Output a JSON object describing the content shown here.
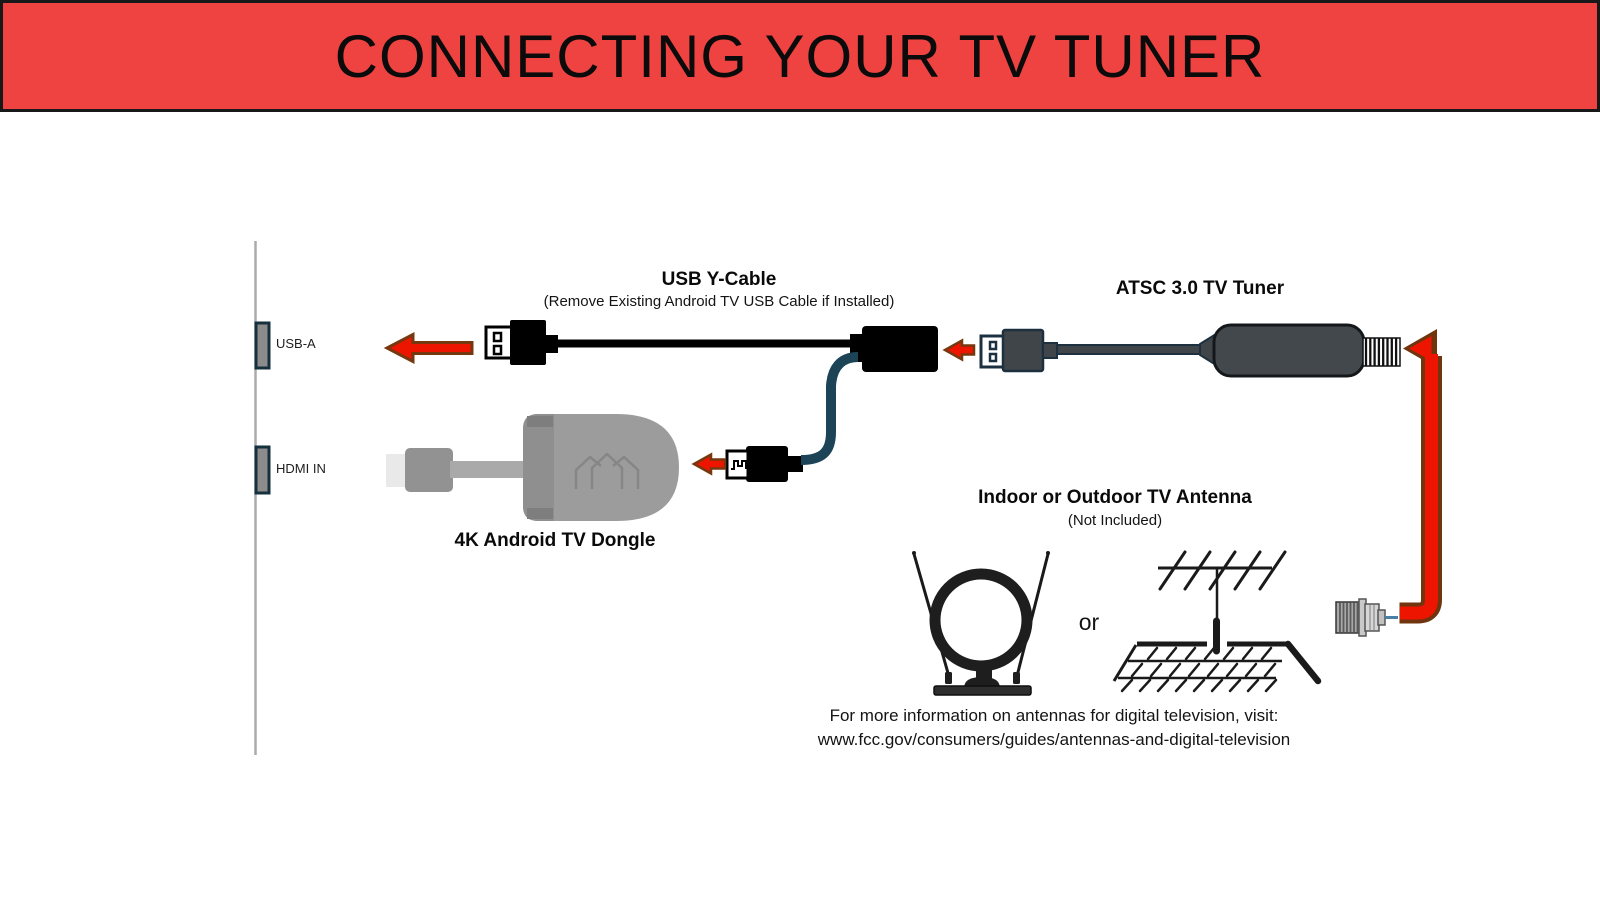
{
  "banner": {
    "title": "CONNECTING YOUR TV TUNER"
  },
  "tv": {
    "usb_port_label": "USB-A",
    "hdmi_port_label": "HDMI IN"
  },
  "y_cable": {
    "title": "USB Y-Cable",
    "note": "(Remove Existing Android TV USB Cable if Installed)"
  },
  "tuner": {
    "title": "ATSC 3.0 TV Tuner"
  },
  "dongle": {
    "title": "4K Android TV Dongle"
  },
  "antenna": {
    "title": "Indoor or Outdoor TV Antenna",
    "note": "(Not Included)",
    "or_label": "or"
  },
  "footer": {
    "line1": "For more information on antennas for digital television, visit:",
    "line2": "www.fcc.gov/consumers/guides/antennas-and-digital-television"
  },
  "colors": {
    "banner_red": "#EF4341",
    "arrow_red": "#ED1500",
    "arrow_outline_brown": "#76380F",
    "cable_teal": "#1C4456",
    "tuner_body_gray": "#43484C",
    "dongle_gray": "#9C9C9C",
    "port_fill_gray": "#8C8C8C",
    "coax_pin_blue": "#4A7FA5"
  },
  "icons": {
    "red_arrow_left_large": "arrow-left",
    "red_arrow_left_small_dongle": "arrow-left",
    "red_arrow_left_small_tuner": "arrow-left",
    "red_arrow_curved_antenna_to_tuner": "arrow-up-left-curved",
    "indoor_antenna": "loop-antenna-with-rabbit-ears",
    "outdoor_antenna": "yagi-antenna-on-roof",
    "coax_f_connector": "coax-plug",
    "usb_a_plug": "usb-a-connector",
    "micro_usb_plug": "micro-usb-connector",
    "home_logo_on_dongle": "triple-house-crown"
  }
}
